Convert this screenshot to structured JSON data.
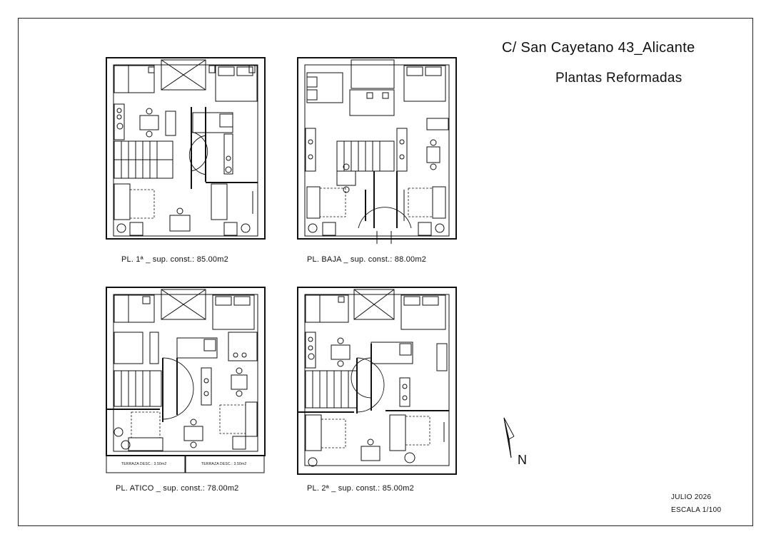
{
  "header": {
    "title": "C/ San Cayetano 43_Alicante",
    "subtitle": "Plantas Reformadas"
  },
  "plans": [
    {
      "id": "pl1",
      "caption": "PL. 1ª _ sup. const.: 85.00m2"
    },
    {
      "id": "baja",
      "caption": "PL. BAJA _ sup. const.: 88.00m2"
    },
    {
      "id": "atico",
      "caption": "PL. ATICO _ sup. const.: 78.00m2",
      "terraces": [
        "TERRAZA DESC.: 3.50m2",
        "TERRAZA DESC.: 3.50m2"
      ]
    },
    {
      "id": "pl2",
      "caption": "PL. 2ª _ sup. const.: 85.00m2"
    }
  ],
  "north": {
    "label": "N"
  },
  "footer": {
    "date": "JULIO 2026",
    "scale": "ESCALA 1/100"
  }
}
